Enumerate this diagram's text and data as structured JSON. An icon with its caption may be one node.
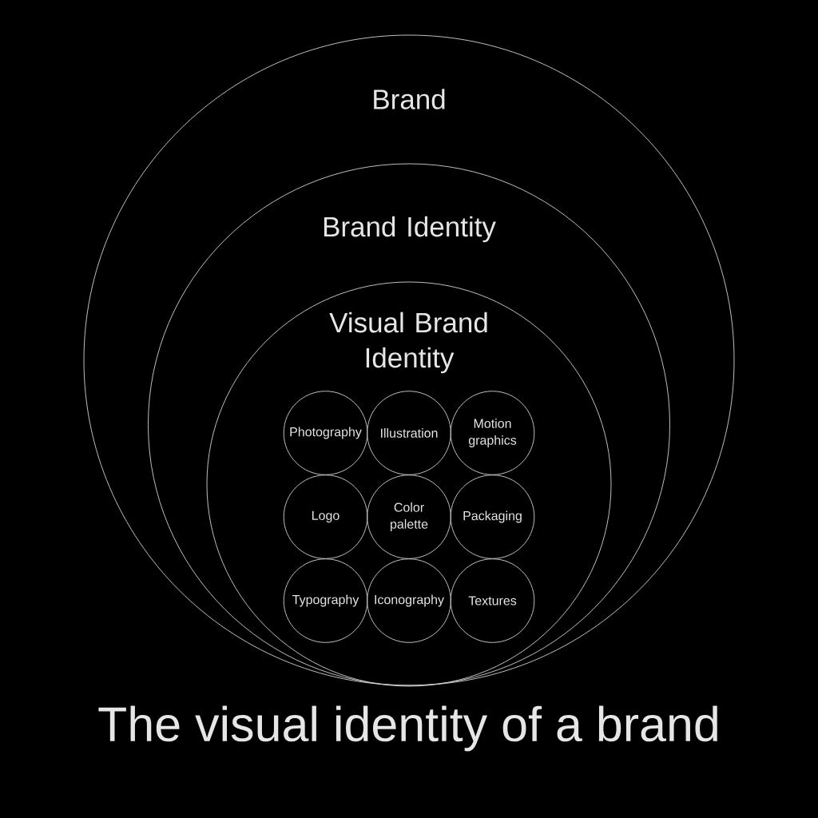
{
  "diagram": {
    "title": "The visual identity of a brand",
    "nodes": [
      {
        "text": [
          "Brand"
        ]
      },
      {
        "text": [
          "Brand Identity"
        ],
        "in": 0
      },
      {
        "text": [
          "Visual Brand Identity"
        ],
        "in": 1
      },
      {
        "text": [
          "Photography"
        ],
        "in": 2
      },
      {
        "text": [
          "Illustration"
        ],
        "in": 2
      },
      {
        "text": [
          "Motion graphics"
        ],
        "in": 2
      },
      {
        "text": [
          "Logo"
        ],
        "in": 2
      },
      {
        "text": [
          "Color palette"
        ],
        "in": 2
      },
      {
        "text": [
          "Packaging"
        ],
        "in": 2
      },
      {
        "text": [
          "Typography"
        ],
        "in": 2
      },
      {
        "text": [
          "Iconography"
        ],
        "in": 2
      },
      {
        "text": [
          "Textures"
        ],
        "in": 2
      }
    ]
  }
}
